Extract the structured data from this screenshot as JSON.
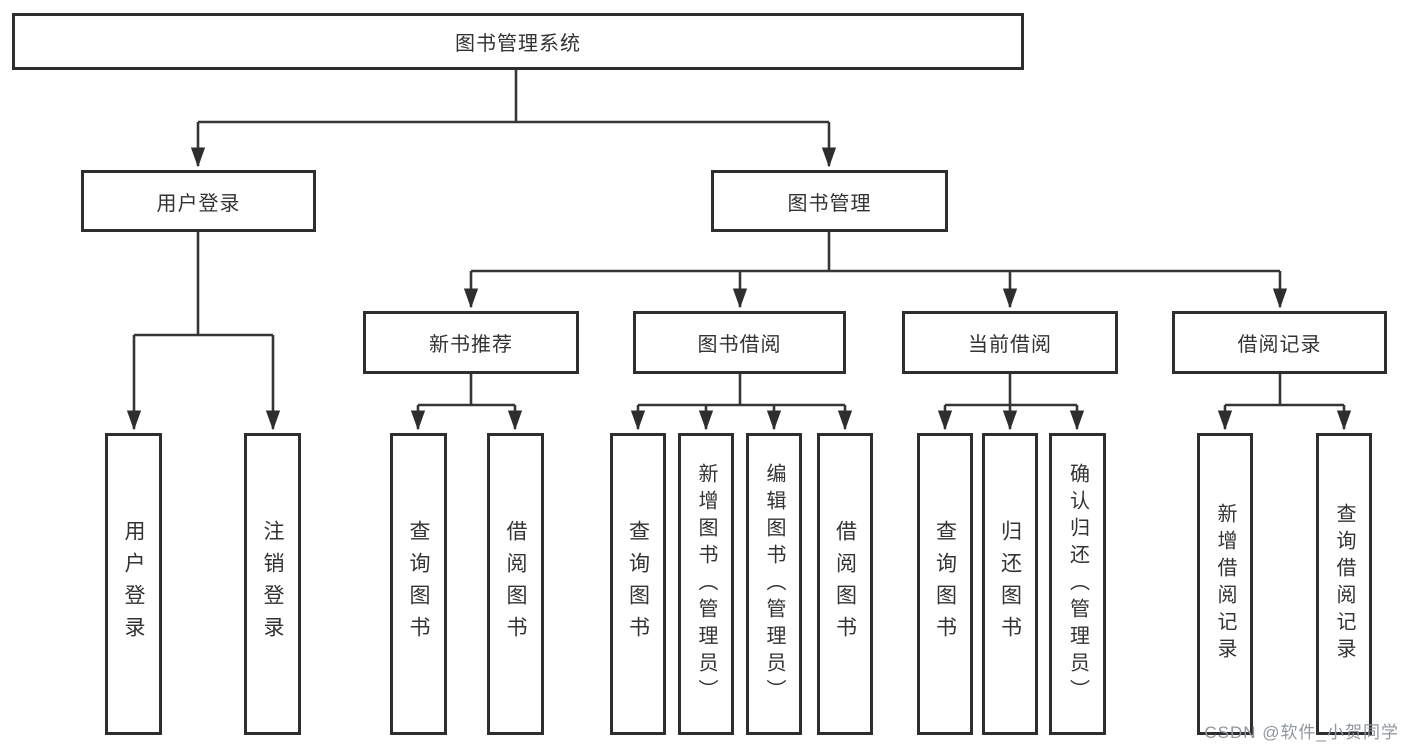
{
  "tree": {
    "label": "图书管理系统",
    "children": [
      {
        "label": "用户登录",
        "children": [
          {
            "label": "用户登录"
          },
          {
            "label": "注销登录"
          }
        ]
      },
      {
        "label": "图书管理",
        "children": [
          {
            "label": "新书推荐",
            "children": [
              {
                "label": "查询图书"
              },
              {
                "label": "借阅图书"
              }
            ]
          },
          {
            "label": "图书借阅",
            "children": [
              {
                "label": "查询图书"
              },
              {
                "label": "新增图书（管理员）"
              },
              {
                "label": "编辑图书（管理员）"
              },
              {
                "label": "借阅图书"
              }
            ]
          },
          {
            "label": "当前借阅",
            "children": [
              {
                "label": "查询图书"
              },
              {
                "label": "归还图书"
              },
              {
                "label": "确认归还（管理员）"
              }
            ]
          },
          {
            "label": "借阅记录",
            "children": [
              {
                "label": "新增借阅记录"
              },
              {
                "label": "查询借阅记录"
              }
            ]
          }
        ]
      }
    ]
  },
  "watermark": "CSDN @软件_小贺同学",
  "colors": {
    "line": "#363636",
    "box_border": "#2e2e2e",
    "text": "#333333",
    "watermark_text": "#8f969c",
    "background": "#ffffff"
  }
}
